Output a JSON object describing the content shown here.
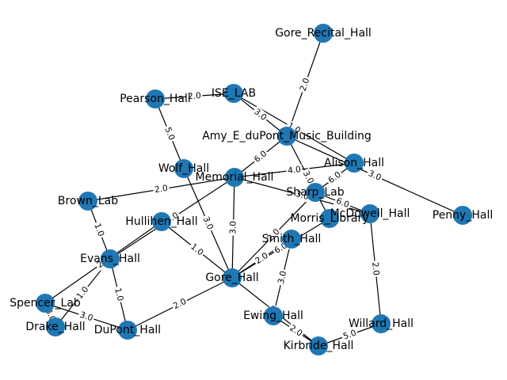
{
  "graph": {
    "node_color": "#1f77b4",
    "nodes": [
      "Gore_Recital_Hall",
      "Pearson_Hall",
      "ISE_LAB",
      "Amy_E_duPont_Music_Building",
      "Wolf_Hall",
      "Memorial_Hall",
      "Alison_Hall",
      "Brown_Lab",
      "Sharp_Lab",
      "Hullihen_Hall",
      "Morris_Library",
      "McDowell_Hall",
      "Penny_Hall",
      "Smith_Hall",
      "Evans_Hall",
      "Gore_Hall",
      "Spencer_Lab",
      "Drake_Hall",
      "DuPont_Hall",
      "Ewing_Hall",
      "Willard_Hall",
      "Kirbride_Hall"
    ],
    "edges": [
      {
        "source": "Gore_Recital_Hall",
        "target": "Amy_E_duPont_Music_Building",
        "weight": "2.0"
      },
      {
        "source": "Pearson_Hall",
        "target": "ISE_LAB",
        "weight": "2.0"
      },
      {
        "source": "Pearson_Hall",
        "target": "Wolf_Hall",
        "weight": "5.0"
      },
      {
        "source": "ISE_LAB",
        "target": "Amy_E_duPont_Music_Building",
        "weight": "3.0"
      },
      {
        "source": "ISE_LAB",
        "target": "Alison_Hall",
        "weight": "1.0"
      },
      {
        "source": "Amy_E_duPont_Music_Building",
        "target": "Memorial_Hall",
        "weight": "6.0"
      },
      {
        "source": "Amy_E_duPont_Music_Building",
        "target": "Penny_Hall",
        "weight": "3.0"
      },
      {
        "source": "Amy_E_duPont_Music_Building",
        "target": "Morris_Library",
        "weight": "3.0"
      },
      {
        "source": "Memorial_Hall",
        "target": "Alison_Hall",
        "weight": "4.0"
      },
      {
        "source": "Memorial_Hall",
        "target": "Brown_Lab",
        "weight": "2.0"
      },
      {
        "source": "Memorial_Hall",
        "target": "McDowell_Hall",
        "weight": "3.0"
      },
      {
        "source": "Memorial_Hall",
        "target": "Evans_Hall",
        "weight": "3.0"
      },
      {
        "source": "Memorial_Hall",
        "target": "Gore_Hall",
        "weight": "3.0"
      },
      {
        "source": "Wolf_Hall",
        "target": "Gore_Hall",
        "weight": "3.0"
      },
      {
        "source": "Alison_Hall",
        "target": "Sharp_Lab",
        "weight": "6.0"
      },
      {
        "source": "Sharp_Lab",
        "target": "McDowell_Hall",
        "weight": "6.0"
      },
      {
        "source": "Sharp_Lab",
        "target": "Gore_Hall",
        "weight": "2.0"
      },
      {
        "source": "Brown_Lab",
        "target": "Evans_Hall",
        "weight": "1.0"
      },
      {
        "source": "Hullihen_Hall",
        "target": "Gore_Hall",
        "weight": "1.0"
      },
      {
        "source": "Hullihen_Hall",
        "target": "Spencer_Lab",
        "weight": "2.0"
      },
      {
        "source": "Smith_Hall",
        "target": "Gore_Hall",
        "weight": "2.0"
      },
      {
        "source": "Smith_Hall",
        "target": "Ewing_Hall",
        "weight": "3.0"
      },
      {
        "source": "Morris_Library",
        "target": "Gore_Hall",
        "weight": "6.0"
      },
      {
        "source": "McDowell_Hall",
        "target": "Willard_Hall",
        "weight": "2.0"
      },
      {
        "source": "Evans_Hall",
        "target": "Drake_Hall",
        "weight": "1.0"
      },
      {
        "source": "Evans_Hall",
        "target": "DuPont_Hall",
        "weight": "1.0"
      },
      {
        "source": "Spencer_Lab",
        "target": "Drake_Hall",
        "weight": "3.0"
      },
      {
        "source": "Spencer_Lab",
        "target": "DuPont_Hall",
        "weight": "3.0"
      },
      {
        "source": "Gore_Hall",
        "target": "DuPont_Hall",
        "weight": "2.0"
      },
      {
        "source": "Gore_Hall",
        "target": "Kirbride_Hall",
        "weight": "5.0"
      },
      {
        "source": "Ewing_Hall",
        "target": "Kirbride_Hall",
        "weight": "2.0"
      },
      {
        "source": "Willard_Hall",
        "target": "Kirbride_Hall",
        "weight": "5.0"
      }
    ]
  }
}
